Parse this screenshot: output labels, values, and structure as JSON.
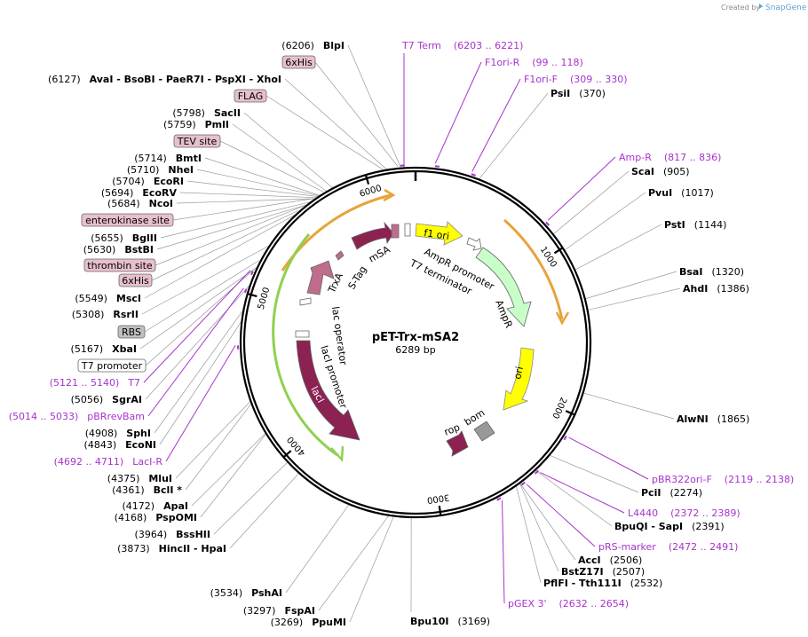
{
  "credit": {
    "prefix": "Created by",
    "brand": "SnapGene"
  },
  "plasmid": {
    "name": "pET-Trx-mSA2",
    "size_label": "6289 bp",
    "length": 6289
  },
  "colors": {
    "backbone": "#000000",
    "enzyme_text": "#000000",
    "primer": "#a633cc",
    "orange_arc": "#e8a33a",
    "green_arc": "#8fd14f",
    "amp": "#c8ffc8",
    "ori": "#ffff00",
    "laci": "#8b2252",
    "trxa": "#c06c8c",
    "rop": "#8b2252",
    "bom": "#999999",
    "feature_box": "#e8c0cc",
    "rbs_box": "#c0c0c0"
  },
  "ticks": [
    {
      "pos": 1000,
      "label": "1000"
    },
    {
      "pos": 2000,
      "label": "2000"
    },
    {
      "pos": 3000,
      "label": "3000"
    },
    {
      "pos": 4000,
      "label": "4000"
    },
    {
      "pos": 5000,
      "label": "5000"
    },
    {
      "pos": 6000,
      "label": "6000"
    }
  ],
  "enzymes_right": [
    {
      "pos": "(370)",
      "name": "PsiI"
    },
    {
      "pos": "(905)",
      "name": "ScaI"
    },
    {
      "pos": "(1017)",
      "name": "PvuI"
    },
    {
      "pos": "(1144)",
      "name": "PstI"
    },
    {
      "pos": "(1320)",
      "name": "BsaI"
    },
    {
      "pos": "(1386)",
      "name": "AhdI"
    },
    {
      "pos": "(1865)",
      "name": "AlwNI"
    },
    {
      "pos": "(2274)",
      "name": "PciI"
    },
    {
      "pos": "(2391)",
      "name": "BpuQI - SapI"
    },
    {
      "pos": "(2506)",
      "name": "AccI"
    },
    {
      "pos": "(2507)",
      "name": "BstZ17I"
    },
    {
      "pos": "(2532)",
      "name": "PflFI - Tth111I"
    }
  ],
  "primers_right": [
    {
      "name": "T7 Term",
      "range": "(6203 .. 6221)"
    },
    {
      "name": "F1ori-R",
      "range": "(99 .. 118)"
    },
    {
      "name": "F1ori-F",
      "range": "(309 .. 330)"
    },
    {
      "name": "Amp-R",
      "range": "(817 .. 836)"
    },
    {
      "name": "pBR322ori-F",
      "range": "(2119 .. 2138)"
    },
    {
      "name": "L4440",
      "range": "(2372 .. 2389)"
    },
    {
      "name": "pRS-marker",
      "range": "(2472 .. 2491)"
    },
    {
      "name": "pGEX 3'",
      "range": "(2632 .. 2654)"
    }
  ],
  "enzymes_bottom": [
    {
      "pos": "(3169)",
      "name": "Bpu10I"
    }
  ],
  "enzymes_left": [
    {
      "pos": "(6206)",
      "name": "BlpI"
    },
    {
      "pos": "(6127)",
      "name": "AvaI - BsoBI - PaeR7I - PspXI - XhoI"
    },
    {
      "pos": "(5798)",
      "name": "SacII"
    },
    {
      "pos": "(5759)",
      "name": "PmlI"
    },
    {
      "pos": "(5714)",
      "name": "BmtI"
    },
    {
      "pos": "(5710)",
      "name": "NheI"
    },
    {
      "pos": "(5704)",
      "name": "EcoRI"
    },
    {
      "pos": "(5694)",
      "name": "EcoRV"
    },
    {
      "pos": "(5684)",
      "name": "NcoI"
    },
    {
      "pos": "(5655)",
      "name": "BglII"
    },
    {
      "pos": "(5630)",
      "name": "BstBI"
    },
    {
      "pos": "(5549)",
      "name": "MscI"
    },
    {
      "pos": "(5308)",
      "name": "RsrII"
    },
    {
      "pos": "(5167)",
      "name": "XbaI"
    },
    {
      "pos": "(5056)",
      "name": "SgrAI"
    },
    {
      "pos": "(4908)",
      "name": "SphI"
    },
    {
      "pos": "(4843)",
      "name": "EcoNI"
    },
    {
      "pos": "(4375)",
      "name": "MluI"
    },
    {
      "pos": "(4361)",
      "name": "BclI *"
    },
    {
      "pos": "(4172)",
      "name": "ApaI"
    },
    {
      "pos": "(4168)",
      "name": "PspOMI"
    },
    {
      "pos": "(3964)",
      "name": "BssHII"
    },
    {
      "pos": "(3873)",
      "name": "HincII - HpaI"
    },
    {
      "pos": "(3534)",
      "name": "PshAI"
    },
    {
      "pos": "(3297)",
      "name": "FspAI"
    },
    {
      "pos": "(3269)",
      "name": "PpuMI"
    }
  ],
  "feature_boxes_left": [
    "6xHis",
    "FLAG",
    "TEV site",
    "enterokinase site",
    "thrombin site",
    "6xHis",
    "RBS",
    "T7 promoter"
  ],
  "primers_left": [
    {
      "name": "T7",
      "range": "(5121 .. 5140)"
    },
    {
      "name": "pBRrevBam",
      "range": "(5014 .. 5033)"
    },
    {
      "name": "LacI-R",
      "range": "(4692 .. 4711)"
    }
  ],
  "feature_labels": {
    "f1ori": "f1 ori",
    "ampr_promoter": "AmpR promoter",
    "t7_terminator": "T7 terminator",
    "ampr": "AmpR",
    "ori": "ori",
    "rop": "rop",
    "bom": "bom",
    "laci": "lacI",
    "laci_promoter": "lacI promoter",
    "lac_operator": "lac operator",
    "trxa": "TrxA",
    "stag": "S-Tag",
    "msa": "mSA"
  }
}
